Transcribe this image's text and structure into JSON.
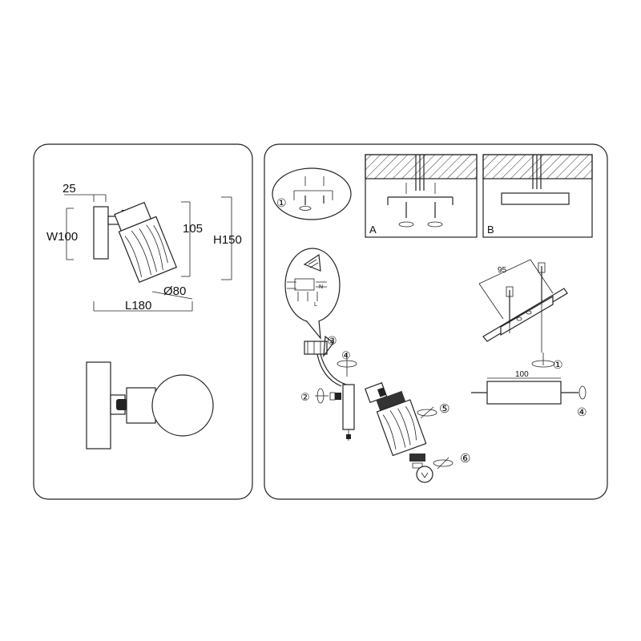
{
  "dimensions": {
    "depth": "25",
    "width": "W100",
    "height_shade": "105",
    "height_total": "H150",
    "diameter": "Ø80",
    "length": "L180"
  },
  "panels": {
    "a_label": "A",
    "b_label": "B"
  },
  "steps": {
    "s1": "①",
    "s2": "②",
    "s3": "③",
    "s4": "④",
    "s5": "⑤",
    "s6": "⑥"
  },
  "mounting": {
    "hole_spacing": "95",
    "plate_length": "100"
  },
  "wiring_labels": {
    "l": "L",
    "n": "N"
  }
}
